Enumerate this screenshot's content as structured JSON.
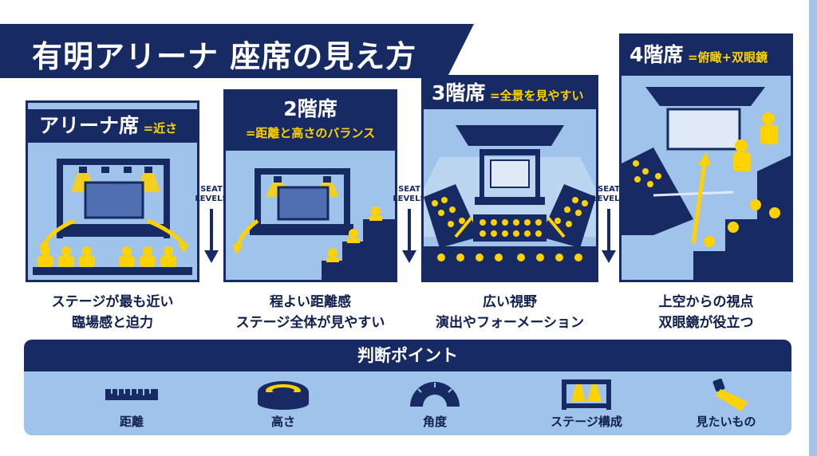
{
  "title": "有明アリーナ 座席の見え方",
  "panels": [
    {
      "floor": "アリーナ席",
      "sub": "=近さ",
      "caption": [
        "ステージが最も近い",
        "臨場感と迫力"
      ]
    },
    {
      "floor": "2階席",
      "sub": "=距離と高さのバランス",
      "caption": [
        "程よい距離感",
        "ステージ全体が見やすい"
      ]
    },
    {
      "floor": "3階席",
      "sub": "=全景を見やすい",
      "caption": [
        "広い視野",
        "演出やフォーメーション"
      ]
    },
    {
      "floor": "4階席",
      "sub": "=俯瞰+双眼鏡",
      "caption": [
        "上空からの視点",
        "双眼鏡が役立つ"
      ]
    }
  ],
  "seat_levels": [
    "SEAT",
    "LEVELS"
  ],
  "points": {
    "header": "判断ポイント",
    "items": [
      {
        "label": "距離",
        "icon": "ruler-icon"
      },
      {
        "label": "高さ",
        "icon": "stadium-icon"
      },
      {
        "label": "角度",
        "icon": "protractor-icon"
      },
      {
        "label": "ステージ構成",
        "icon": "stage-truss-icon"
      },
      {
        "label": "見たいもの",
        "icon": "spotlight-icon"
      }
    ]
  },
  "colors": {
    "navy": "#172a63",
    "light_blue": "#9fc3ea",
    "yellow": "#ffd200",
    "screen": "#4f6fb0"
  }
}
